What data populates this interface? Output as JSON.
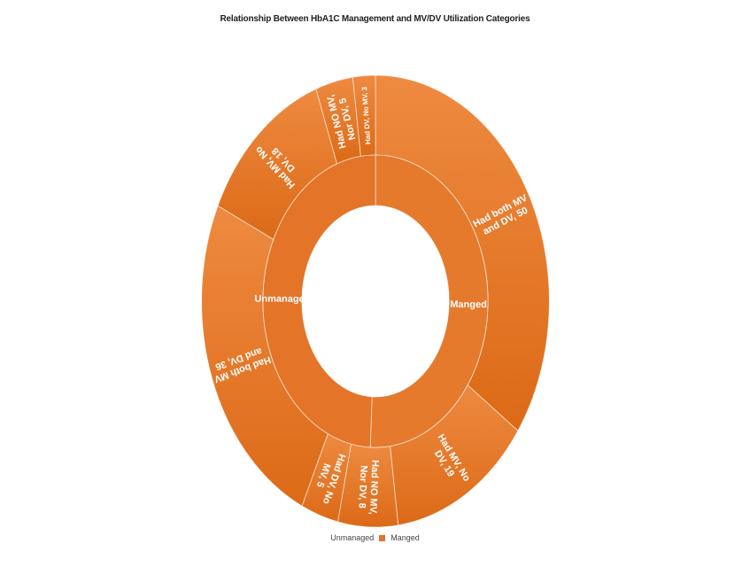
{
  "chart_data": {
    "type": "sunburst",
    "title": "Relationship Between HbA1C Management and MV/DV Utilization Categories",
    "colors": {
      "fill": "#E8792E",
      "fill_dark": "#D86A1E",
      "edge": "#ffffff"
    },
    "rings": [
      {
        "level": "inner",
        "segments": [
          {
            "label": "Manged",
            "value": 69
          },
          {
            "label": "Unmanaged",
            "value": 67
          }
        ]
      },
      {
        "level": "outer",
        "segments": [
          {
            "label": "Had both MV and DV, 50",
            "parent": "Manged",
            "value": 50
          },
          {
            "label": "Had MV, No DV, 19",
            "parent": "Manged",
            "value": 19
          },
          {
            "label": "Had NO MV, Nor DV, 8",
            "parent": "Unmanaged",
            "value": 8
          },
          {
            "label": "Had DV, No MV, 5",
            "parent": "Unmanaged",
            "value": 5
          },
          {
            "label": "Had both MV and DV, 36",
            "parent": "Unmanaged",
            "value": 36
          },
          {
            "label": "Had MV, No DV, 18",
            "parent": "Unmanaged",
            "value": 18
          },
          {
            "label": "Had NO MV, Nor DV, 5",
            "parent": "Unmanaged",
            "value": 5
          },
          {
            "label": "Had DV, No MV, 3",
            "parent": "Unmanaged",
            "value": 3
          }
        ]
      }
    ],
    "legend": {
      "position": "bottom",
      "entries": [
        "Unmanaged",
        "Manged"
      ]
    }
  }
}
